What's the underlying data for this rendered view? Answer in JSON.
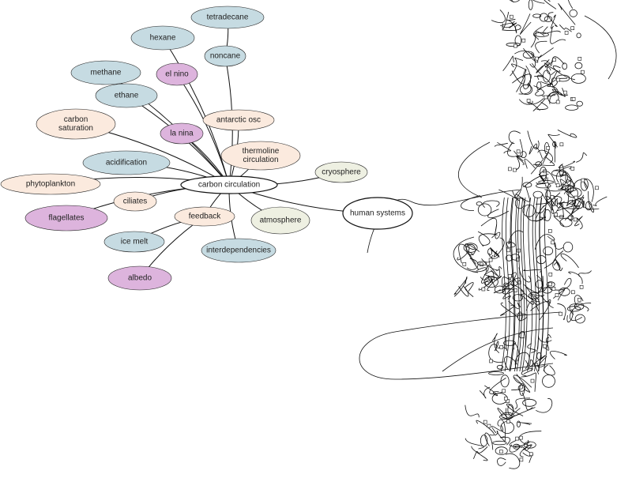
{
  "colors": {
    "blue": "#c6dbe2",
    "pink": "#ddb4dd",
    "peach": "#fbeade",
    "sage": "#eef0e2",
    "white": "#ffffff",
    "line": "#111111"
  },
  "nodes": [
    {
      "id": "tetradecane",
      "lines": [
        "tetradecane"
      ],
      "color": "blue"
    },
    {
      "id": "hexane",
      "lines": [
        "hexane"
      ],
      "color": "blue"
    },
    {
      "id": "noncane",
      "lines": [
        "noncane"
      ],
      "color": "blue"
    },
    {
      "id": "methane",
      "lines": [
        "methane"
      ],
      "color": "blue"
    },
    {
      "id": "el-nino",
      "lines": [
        "el nino"
      ],
      "color": "pink"
    },
    {
      "id": "ethane",
      "lines": [
        "ethane"
      ],
      "color": "blue"
    },
    {
      "id": "carbon-saturation",
      "lines": [
        "carbon",
        "saturation"
      ],
      "color": "peach"
    },
    {
      "id": "antarctic-osc",
      "lines": [
        "antarctic osc"
      ],
      "color": "peach"
    },
    {
      "id": "la-nina",
      "lines": [
        "la nina"
      ],
      "color": "pink"
    },
    {
      "id": "thermoline-circulation",
      "lines": [
        "thermoline",
        "circulation"
      ],
      "color": "peach"
    },
    {
      "id": "cryosphere",
      "lines": [
        "cryosphere"
      ],
      "color": "sage"
    },
    {
      "id": "acidification",
      "lines": [
        "acidification"
      ],
      "color": "blue"
    },
    {
      "id": "phytoplankton",
      "lines": [
        "phytoplankton"
      ],
      "color": "peach"
    },
    {
      "id": "carbon-circulation",
      "lines": [
        "carbon circulation"
      ],
      "color": "white"
    },
    {
      "id": "ciliates",
      "lines": [
        "ciliates"
      ],
      "color": "peach"
    },
    {
      "id": "human-systems",
      "lines": [
        "human systems"
      ],
      "color": "white"
    },
    {
      "id": "flagellates",
      "lines": [
        "flagellates"
      ],
      "color": "pink"
    },
    {
      "id": "feedback",
      "lines": [
        "feedback"
      ],
      "color": "peach"
    },
    {
      "id": "atmosphere",
      "lines": [
        "atmosphere"
      ],
      "color": "sage"
    },
    {
      "id": "ice-melt",
      "lines": [
        "ice melt"
      ],
      "color": "blue"
    },
    {
      "id": "interdependencies",
      "lines": [
        "interdependencies"
      ],
      "color": "blue"
    },
    {
      "id": "albedo",
      "lines": [
        "albedo"
      ],
      "color": "pink"
    }
  ],
  "edges": [
    [
      "carbon-circulation",
      "hexane"
    ],
    [
      "carbon-circulation",
      "noncane"
    ],
    [
      "noncane",
      "tetradecane"
    ],
    [
      "carbon-circulation",
      "methane"
    ],
    [
      "carbon-circulation",
      "el-nino"
    ],
    [
      "carbon-circulation",
      "ethane"
    ],
    [
      "carbon-circulation",
      "carbon-saturation"
    ],
    [
      "carbon-circulation",
      "antarctic-osc"
    ],
    [
      "carbon-circulation",
      "la-nina"
    ],
    [
      "carbon-circulation",
      "thermoline-circulation"
    ],
    [
      "carbon-circulation",
      "cryosphere"
    ],
    [
      "carbon-circulation",
      "acidification"
    ],
    [
      "carbon-circulation",
      "phytoplankton"
    ],
    [
      "carbon-circulation",
      "ciliates"
    ],
    [
      "carbon-circulation",
      "human-systems"
    ],
    [
      "carbon-circulation",
      "flagellates"
    ],
    [
      "carbon-circulation",
      "feedback"
    ],
    [
      "carbon-circulation",
      "atmosphere"
    ],
    [
      "carbon-circulation",
      "interdependencies"
    ],
    [
      "feedback",
      "ice-melt"
    ],
    [
      "feedback",
      "albedo"
    ]
  ]
}
